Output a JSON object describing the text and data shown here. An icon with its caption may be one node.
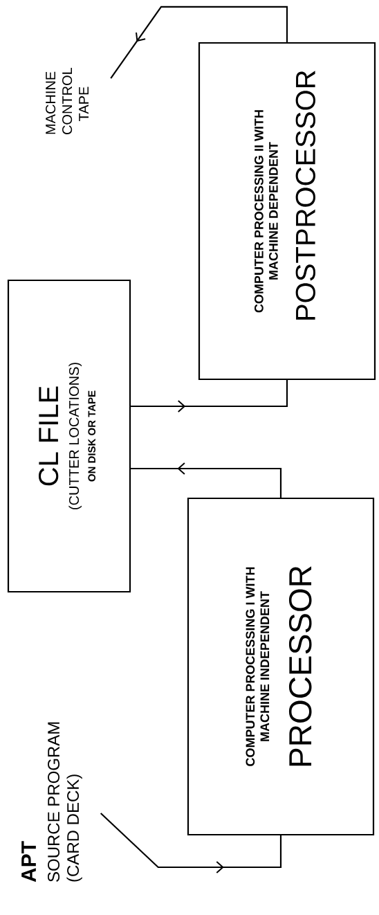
{
  "diagram": {
    "nodes": [
      {
        "text": [
          "APT",
          "SOURCE PROGRAM (CARD DECK)"
        ]
      },
      {
        "text": [
          "COMPUTER PROCESSING I WITH MACHINE INDEPENDENT",
          "PROCESSOR"
        ]
      },
      {
        "text": [
          "CL FILE",
          "(CUTTER LOCATIONS)",
          "ON DISK OR TAPE"
        ]
      },
      {
        "text": [
          "COMPUTER PROCESSING II WITH MACHINE DEPENDENT",
          "POSTPROCESSOR"
        ]
      },
      {
        "text": [
          "MACHINE CONTROL TAPE"
        ]
      }
    ],
    "edges": [
      {
        "from": 0,
        "to": 1,
        "arrow": "to"
      },
      {
        "from": 1,
        "to": 2,
        "arrow": "to"
      },
      {
        "from": 2,
        "to": 3,
        "arrow": "to"
      },
      {
        "from": 3,
        "to": 4,
        "arrow": "to"
      }
    ]
  }
}
